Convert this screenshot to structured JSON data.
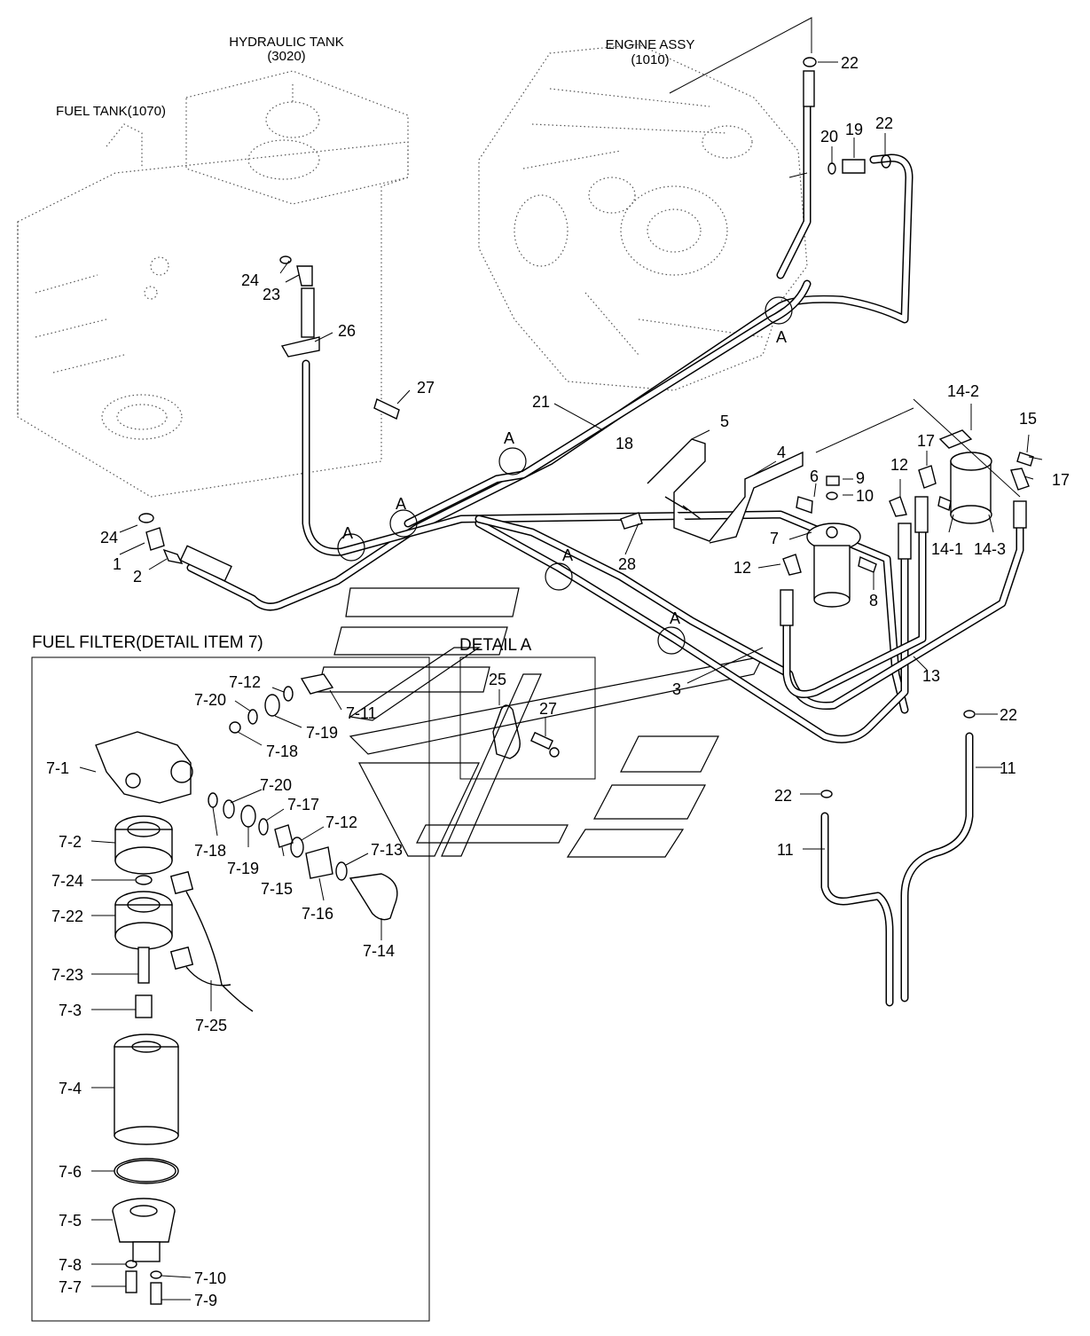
{
  "captions": {
    "hydraulic_tank": [
      "HYDRAULIC TANK",
      "(3020)"
    ],
    "engine_assy": [
      "ENGINE ASSY",
      "(1010)"
    ],
    "fuel_tank": "FUEL TANK(1070)",
    "fuel_filter_title": "FUEL FILTER(DETAIL ITEM 7)",
    "detail_a_title": "DETAIL  A"
  },
  "section_letter": "A",
  "callouts": {
    "p1": "1",
    "p2": "2",
    "p3": "3",
    "p4": "4",
    "p5": "5",
    "p6": "6",
    "p7": "7",
    "p8": "8",
    "p9": "9",
    "p10": "10",
    "p11a": "11",
    "p11b": "11",
    "p12a": "12",
    "p12b": "12",
    "p13": "13",
    "p14_1": "14-1",
    "p14_2": "14-2",
    "p14_3": "14-3",
    "p15": "15",
    "p17a": "17",
    "p17b": "17",
    "p18": "18",
    "p19": "19",
    "p20": "20",
    "p21": "21",
    "p22a": "22",
    "p22b": "22",
    "p22c": "22",
    "p22d": "22",
    "p23": "23",
    "p24a": "24",
    "p24b": "24",
    "p25": "25",
    "p26": "26",
    "p27a": "27",
    "p27b": "27",
    "p28": "28",
    "f7_1": "7-1",
    "f7_2": "7-2",
    "f7_3": "7-3",
    "f7_4": "7-4",
    "f7_5": "7-5",
    "f7_6": "7-6",
    "f7_7": "7-7",
    "f7_8": "7-8",
    "f7_9": "7-9",
    "f7_10": "7-10",
    "f7_11": "7-11",
    "f7_12a": "7-12",
    "f7_12b": "7-12",
    "f7_13": "7-13",
    "f7_14": "7-14",
    "f7_15": "7-15",
    "f7_16": "7-16",
    "f7_17": "7-17",
    "f7_18a": "7-18",
    "f7_18b": "7-18",
    "f7_19a": "7-19",
    "f7_19b": "7-19",
    "f7_20a": "7-20",
    "f7_20b": "7-20",
    "f7_22": "7-22",
    "f7_23": "7-23",
    "f7_24": "7-24",
    "f7_25": "7-25"
  }
}
